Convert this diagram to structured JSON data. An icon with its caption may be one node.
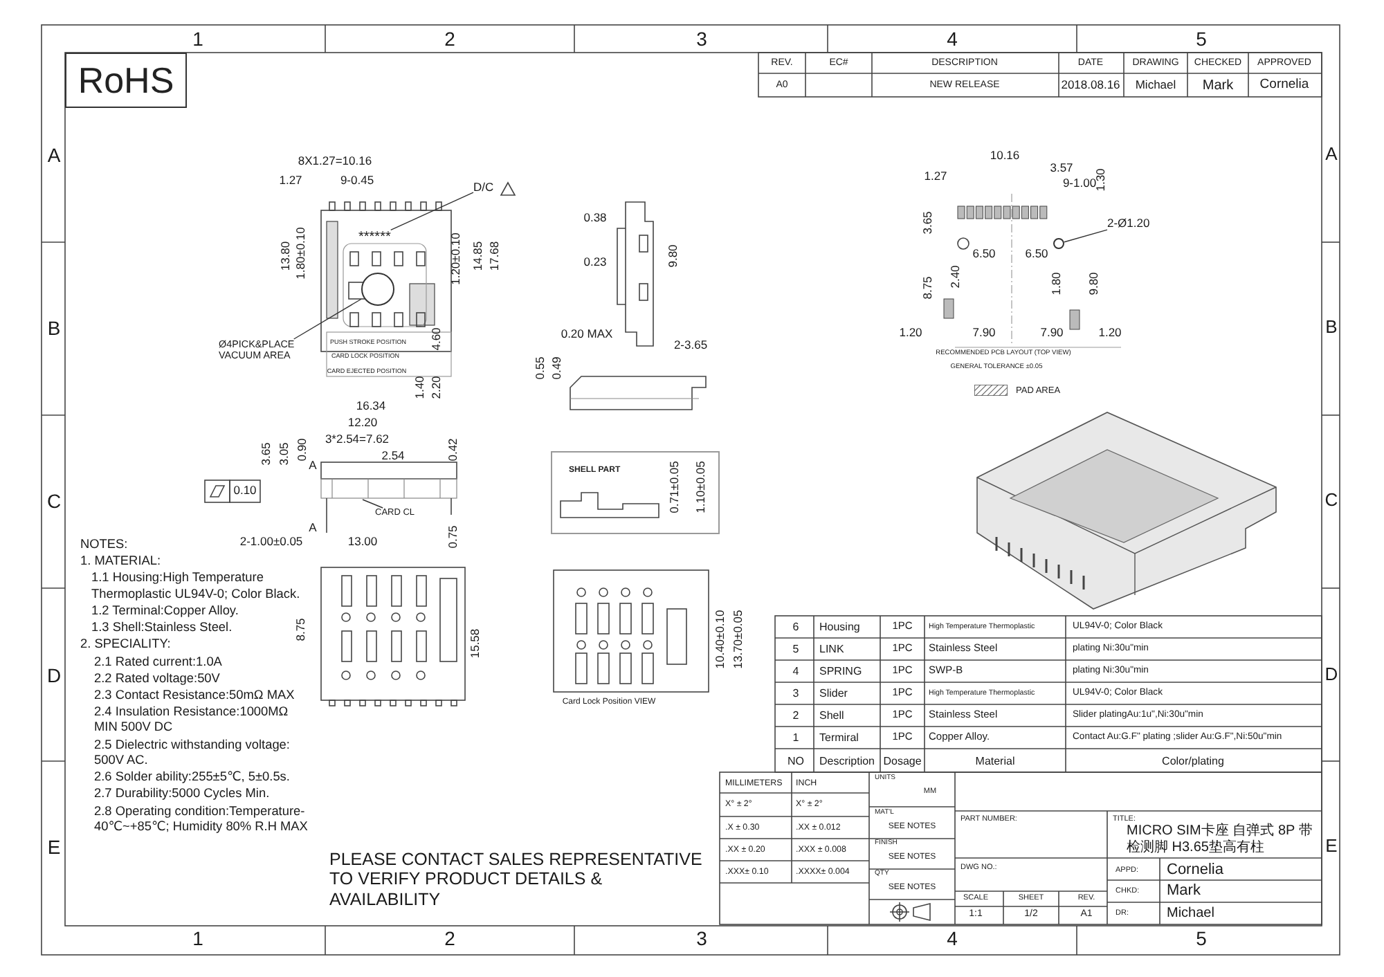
{
  "diagram": {
    "nodes": [
      {
        "text": [
          "RoHS"
        ]
      },
      {
        "text": [
          "Ø4PICK&PLACE VACUUM AREA"
        ]
      },
      {
        "text": [],
        "shape": "circle"
      },
      {
        "text": [
          "D/C"
        ]
      },
      {
        "text": [
          "******"
        ]
      },
      {
        "text": [
          "CARD CL"
        ]
      },
      {
        "text": [
          "2-Ø1.20"
        ]
      },
      {
        "text": [],
        "shape": "circle"
      },
      {
        "text": [
          "SHELL PART"
        ]
      }
    ],
    "edges": [
      {
        "from": 1,
        "to": 2,
        "arrow": "none"
      },
      {
        "from": 3,
        "to": 4,
        "arrow": "none"
      },
      {
        "from": 5,
        "to": null,
        "arrow": "none"
      },
      {
        "from": 6,
        "to": 7,
        "arrow": "none"
      }
    ],
    "labels": [
      "1",
      "2",
      "3",
      "4",
      "5",
      "A",
      "B",
      "C",
      "D",
      "E",
      "A",
      "B",
      "C",
      "D",
      "E",
      "1",
      "2",
      "3",
      "4",
      "5",
      "REV.",
      "EC#",
      "DESCRIPTION",
      "DATE",
      "DRAWING",
      "CHECKED",
      "APPROVED",
      "A0",
      "NEW RELEASE",
      "2018.08.16",
      "Michael",
      "Mark",
      "Cornelia",
      "8X1.27=10.16",
      "1.27",
      "9-0.45",
      "13.80",
      "1.80±0.10",
      "1.20±0.10",
      "14.85",
      "17.68",
      "PUSH STROKE POSITION",
      "CARD LOCK POSITION",
      "CARD EJECTED POSITION",
      "4.60",
      "1.40",
      "2.20",
      "0.38",
      "0.23",
      "9.80",
      "0.20 MAX",
      "2-3.65",
      "0.55",
      "0.49",
      "16.34",
      "12.20",
      "3*2.54=7.62",
      "2.54",
      "3.65",
      "3.05",
      "0.90",
      "0.42",
      "A",
      "0.10",
      "A",
      "2-1.00±0.05",
      "13.00",
      "0.75",
      "8.75",
      "15.58",
      "0.71±0.05",
      "1.10±0.05",
      "10.40±0.10",
      "13.70±0.05",
      "Card Lock Position VIEW",
      "10.16",
      "1.27",
      "3.57",
      "9-1.00",
      "1.30",
      "3.65",
      "6.50",
      "6.50",
      "8.75",
      "2.40",
      "1.80",
      "9.80",
      "1.20",
      "7.90",
      "7.90",
      "1.20",
      "RECOMMENDED PCB LAYOUT (TOP VIEW)",
      "GENERAL TOLERANCE ±0.05",
      "NOTES:",
      "1. MATERIAL:",
      "1.1 Housing:High Temperature Thermoplastic UL94V-0; Color Black.",
      "1.2 Terminal:Copper Alloy.",
      "1.3 Shell:Stainless Steel.",
      "2. SPECIALITY:",
      "2.1 Rated current:1.0A",
      "2.2 Rated voltage:50V",
      "2.3 Contact Resistance:50mΩ MAX",
      "2.4 Insulation Resistance:1000MΩ MIN 500V DC",
      "2.5 Dielectric withstanding voltage: 500V AC.",
      "2.6 Solder ability:255±5℃, 5±0.5s.",
      "2.7 Durability:5000 Cycles Min.",
      "2.8 Operating condition:Temperature-40℃~+85℃; Humidity 80% R.H MAX",
      "PLEASE CONTACT SALES REPRESENTATIVE TO VERIFY PRODUCT DETAILS & AVAILABILITY",
      "6",
      "Housing",
      "1PC",
      "High Temperature Thermoplastic",
      "UL94V-0; Color Black",
      "5",
      "LINK",
      "1PC",
      "Stainless Steel",
      "plating Ni:30u\"min",
      "4",
      "SPRING",
      "1PC",
      "SWP-B",
      "plating Ni:30u\"min",
      "3",
      "Slider",
      "1PC",
      "High Temperature Thermoplastic",
      "UL94V-0; Color Black",
      "2",
      "Shell",
      "1PC",
      "Stainless Steel",
      "Slider platingAu:1u\",Ni:30u\"min",
      "1",
      "Termiral",
      "1PC",
      "Copper Alloy.",
      "Contact Au:G.F\" plating ;slider Au:G.F\",Ni:50u\"min",
      "NO",
      "Description",
      "Dosage",
      "Material",
      "Color/plating",
      "MILLIMETERS",
      "INCH",
      "X° ± 2°",
      "X° ± 2°",
      ".X ± 0.30",
      ".XX ± 0.012",
      ".XX ± 0.20",
      ".XXX ± 0.008",
      ".XXX± 0.10",
      ".XXXX± 0.004",
      "UNITS",
      "MM",
      "MAT'L",
      "SEE NOTES",
      "FINISH",
      "SEE NOTES",
      "QTY",
      "SEE NOTES",
      "PART NUMBER:",
      "TITLE:",
      "MICRO SIM卡座 自弹式 8P 带检测脚 H3.65垫高有柱",
      "DWG NO.:",
      "SCALE",
      "SHEET",
      "REV.",
      "1:1",
      "1/2",
      "A1",
      "APPD:",
      "Cornelia",
      "CHKD:",
      "Mark",
      "DR:",
      "Michael"
    ],
    "legend": [
      {
        "text": "PAD AREA"
      }
    ]
  }
}
